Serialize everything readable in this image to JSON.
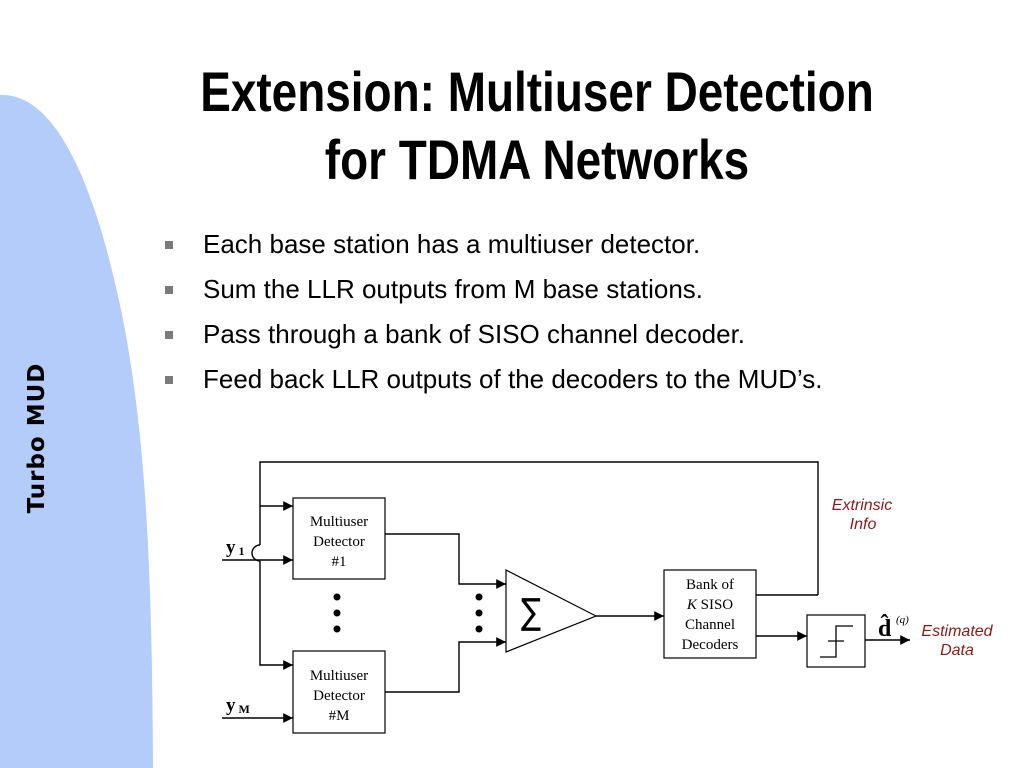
{
  "slide": {
    "title_line1": "Extension: Multiuser Detection",
    "title_line2": "for TDMA Networks",
    "side_label": "Turbo MUD",
    "bullets": [
      "Each base station has a multiuser detector.",
      "Sum the LLR outputs from M base stations.",
      "Pass through a bank of SISO channel decoder.",
      "Feed back LLR outputs of the decoders to the MUD’s."
    ]
  },
  "diagram": {
    "detector_top": [
      "Multiuser",
      "Detector",
      "#1"
    ],
    "detector_bottom": [
      "Multiuser",
      "Detector",
      "#M"
    ],
    "input_top": {
      "symbol": "y",
      "subscript": "1"
    },
    "input_bottom": {
      "symbol": "y",
      "subscript": "M"
    },
    "summer_symbol": "∑",
    "decoder_bank": {
      "line1": "Bank of",
      "line2_italic": "K",
      "line2_rest": " SISO",
      "line3": "Channel",
      "line4": "Decoders"
    },
    "feedback_label": [
      "Extrinsic",
      "Info"
    ],
    "output_symbol": "d̂",
    "output_superscript": "(q)",
    "output_label": [
      "Estimated",
      "Data"
    ],
    "colors": {
      "sidebar": "#b3ccf9",
      "annotation": "#8b1a1a",
      "bullet": "#7a7a7a"
    }
  }
}
